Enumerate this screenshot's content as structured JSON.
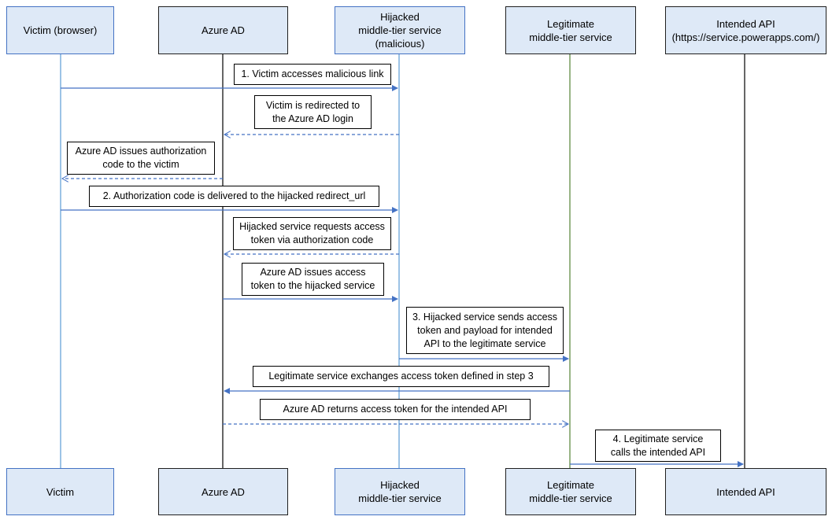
{
  "participants": [
    {
      "key": "victim",
      "top_label": "Victim (browser)",
      "bottom_label": "Victim",
      "line_color": "#5b9bd5"
    },
    {
      "key": "azure",
      "top_label": "Azure AD",
      "bottom_label": "Azure AD",
      "line_color": "#000000"
    },
    {
      "key": "hijacked",
      "top_label": "Hijacked\nmiddle-tier service\n(malicious)",
      "bottom_label": "Hijacked\nmiddle-tier service",
      "line_color": "#5b9bd5"
    },
    {
      "key": "legit",
      "top_label": "Legitimate\nmiddle-tier service",
      "bottom_label": "Legitimate\nmiddle-tier service",
      "line_color": "#548235"
    },
    {
      "key": "api",
      "top_label": "Intended API\n(https://service.powerapps.com/)",
      "bottom_label": "Intended API",
      "line_color": "#000000"
    }
  ],
  "messages": [
    {
      "from": "victim",
      "to": "hijacked",
      "style": "solid",
      "text": "1. Victim accesses malicious link"
    },
    {
      "from": "hijacked",
      "to": "azure",
      "style": "dashed",
      "text": "Victim is redirected to\nthe Azure AD login"
    },
    {
      "from": "azure",
      "to": "victim",
      "style": "dashed",
      "text": "Azure AD issues authorization\ncode to the victim"
    },
    {
      "from": "victim",
      "to": "hijacked",
      "style": "solid",
      "text": "2. Authorization code is delivered to the hijacked redirect_url"
    },
    {
      "from": "hijacked",
      "to": "azure",
      "style": "dashed",
      "text": "Hijacked service requests access\ntoken via authorization code"
    },
    {
      "from": "azure",
      "to": "hijacked",
      "style": "solid",
      "text": "Azure AD issues access\ntoken to the hijacked service"
    },
    {
      "from": "hijacked",
      "to": "legit",
      "style": "solid",
      "text": "3. Hijacked service sends access\ntoken and payload for intended\nAPI to the legitimate service"
    },
    {
      "from": "legit",
      "to": "azure",
      "style": "solid",
      "text": "Legitimate service exchanges access token defined in step 3"
    },
    {
      "from": "azure",
      "to": "legit",
      "style": "dashed",
      "text": "Azure AD returns access token for the intended API"
    },
    {
      "from": "legit",
      "to": "api",
      "style": "solid",
      "text": "4. Legitimate service\ncalls the intended API"
    }
  ],
  "colors": {
    "arrow": "#4472c4",
    "header_fill": "#dee9f7"
  }
}
